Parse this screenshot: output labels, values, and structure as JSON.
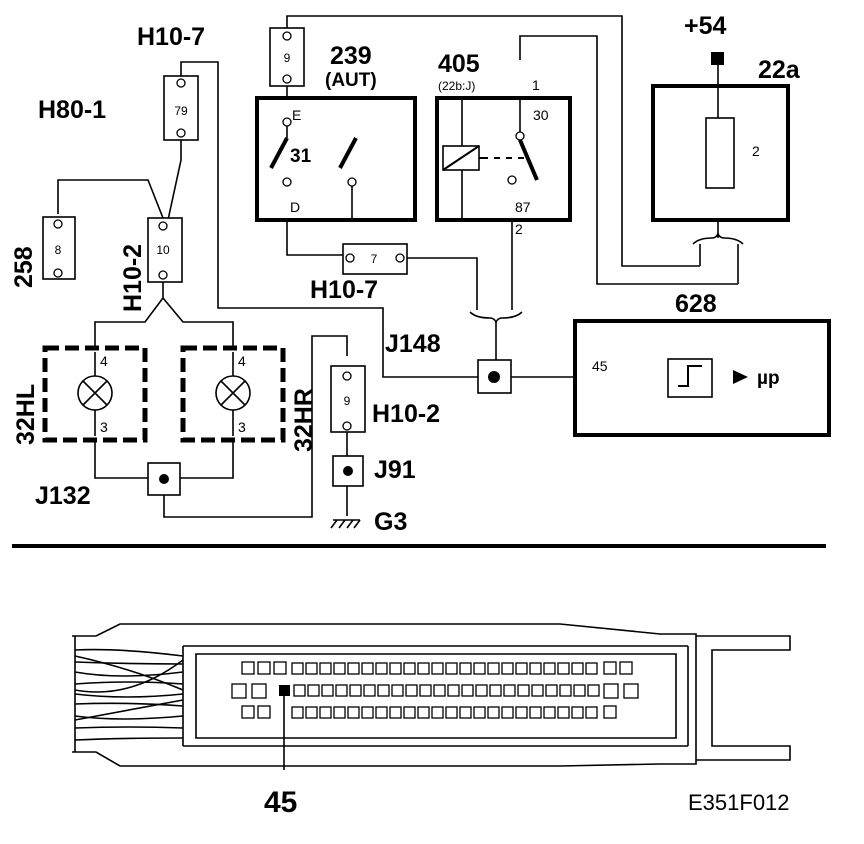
{
  "labels": {
    "h10_7_top": "H10-7",
    "h80_1": "H80-1",
    "c258": "258",
    "h10_2_left": "H10-2",
    "c32hl": "32HL",
    "c32hr": "32HR",
    "j132": "J132",
    "h10_2_right": "H10-2",
    "j91": "J91",
    "g3": "G3",
    "h10_7_bottom": "H10-7",
    "j148": "J148",
    "c239": "239",
    "c239_sub": "(AUT)",
    "c405": "405",
    "c405_sub": "(22b:J)",
    "plus54": "+54",
    "c22a": "22a",
    "c628": "628",
    "mu_p": "µp",
    "pin45_big": "45",
    "figure_code": "E351F012"
  },
  "pins": {
    "h10_7_top": "9",
    "h80_1": "79",
    "c258": "8",
    "h10_2_left": "10",
    "h10_2_right": "9",
    "h10_7_bottom": "7",
    "lamp_left_top": "4",
    "lamp_left_bottom": "3",
    "lamp_right_top": "4",
    "lamp_right_bottom": "3",
    "s239_e": "E",
    "s239_31": "31",
    "s239_d": "D",
    "r405_1": "1",
    "r405_30": "30",
    "r405_87": "87",
    "r405_2": "2",
    "fuse_2": "2",
    "ecu_45": "45"
  }
}
